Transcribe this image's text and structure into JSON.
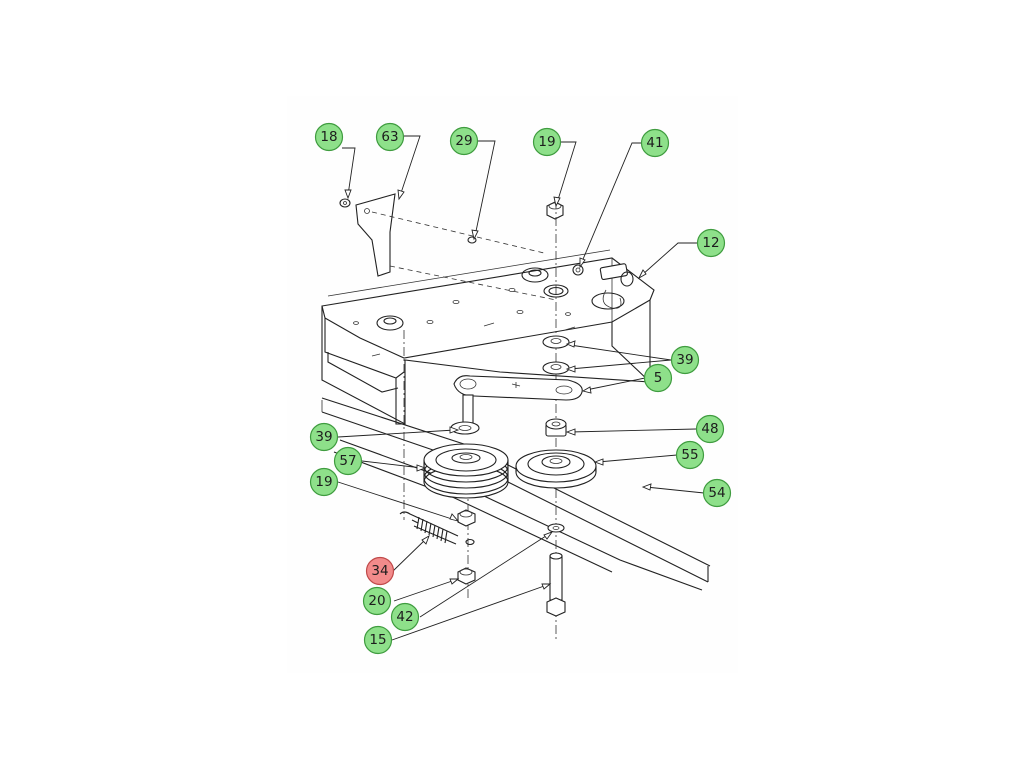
{
  "colors": {
    "callout_fill": "#8ee08a",
    "callout_stroke": "#3f9c3f",
    "callout_highlight_fill": "#f28b8b",
    "callout_highlight_stroke": "#c04a4a",
    "line": "#222222"
  },
  "callouts": [
    {
      "id": "c18",
      "label": "18",
      "highlighted": false
    },
    {
      "id": "c63",
      "label": "63",
      "highlighted": false
    },
    {
      "id": "c29",
      "label": "29",
      "highlighted": false
    },
    {
      "id": "c19a",
      "label": "19",
      "highlighted": false
    },
    {
      "id": "c41",
      "label": "41",
      "highlighted": false
    },
    {
      "id": "c12",
      "label": "12",
      "highlighted": false
    },
    {
      "id": "c39a",
      "label": "39",
      "highlighted": false
    },
    {
      "id": "c5",
      "label": "5",
      "highlighted": false
    },
    {
      "id": "c48",
      "label": "48",
      "highlighted": false
    },
    {
      "id": "c55",
      "label": "55",
      "highlighted": false
    },
    {
      "id": "c54",
      "label": "54",
      "highlighted": false
    },
    {
      "id": "c39b",
      "label": "39",
      "highlighted": false
    },
    {
      "id": "c57",
      "label": "57",
      "highlighted": false
    },
    {
      "id": "c19b",
      "label": "19",
      "highlighted": false
    },
    {
      "id": "c34",
      "label": "34",
      "highlighted": true
    },
    {
      "id": "c20",
      "label": "20",
      "highlighted": false
    },
    {
      "id": "c42",
      "label": "42",
      "highlighted": false
    },
    {
      "id": "c15",
      "label": "15",
      "highlighted": false
    }
  ]
}
